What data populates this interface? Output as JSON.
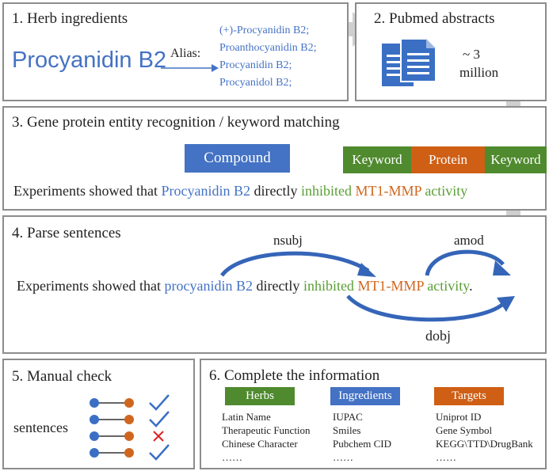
{
  "panel1": {
    "title": "1. Herb ingredients",
    "compound": "Procyanidin B2",
    "alias_label": "Alias:",
    "aliases": [
      "(+)-Procyanidin B2;",
      "Proanthocyanidin B2;",
      "Procyanidin B2;",
      "Procyanidol B2;"
    ]
  },
  "panel2": {
    "title": "2. Pubmed abstracts",
    "count_line1": "~ 3",
    "count_line2": "million"
  },
  "panel3": {
    "title": "3. Gene protein entity recognition / keyword matching",
    "tag_compound": "Compound",
    "tag_keyword1": "Keyword",
    "tag_protein": "Protein",
    "tag_keyword2": "Keyword",
    "s_prefix": "Experiments showed that",
    "s_compound": "Procyanidin B2",
    "s_mid": "directly",
    "s_kw1": "inhibited",
    "s_protein": "MT1-MMP",
    "s_kw2": "activity"
  },
  "panel4": {
    "title": "4. Parse sentences",
    "label_nsubj": "nsubj",
    "label_amod": "amod",
    "label_dobj": "dobj",
    "s_prefix": "Experiments showed that",
    "s_compound": "procyanidin B2",
    "s_mid": "directly",
    "s_kw1": "inhibited",
    "s_protein": "MT1-MMP",
    "s_kw2": "activity",
    "s_end": "."
  },
  "panel5": {
    "title": "5. Manual check",
    "label": "sentences"
  },
  "panel6": {
    "title": "6. Complete the information",
    "columns": [
      {
        "header": "Herbs",
        "items": [
          "Latin Name",
          "Therapeutic Function",
          "Chinese Character",
          "……"
        ]
      },
      {
        "header": "Ingredients",
        "items": [
          "IUPAC",
          "Smiles",
          "Pubchem CID",
          "……"
        ]
      },
      {
        "header": "Targets",
        "items": [
          "Uniprot ID",
          "Gene Symbol",
          "KEGG\\TTD\\DrugBank",
          "……"
        ]
      }
    ]
  },
  "colors": {
    "blue": "#4472c4",
    "green": "#4f8a2e",
    "orange": "#cf5f14",
    "border": "#8c8c8c",
    "arrow_gray": "#cfcfcf",
    "cross_red": "#e02020"
  }
}
